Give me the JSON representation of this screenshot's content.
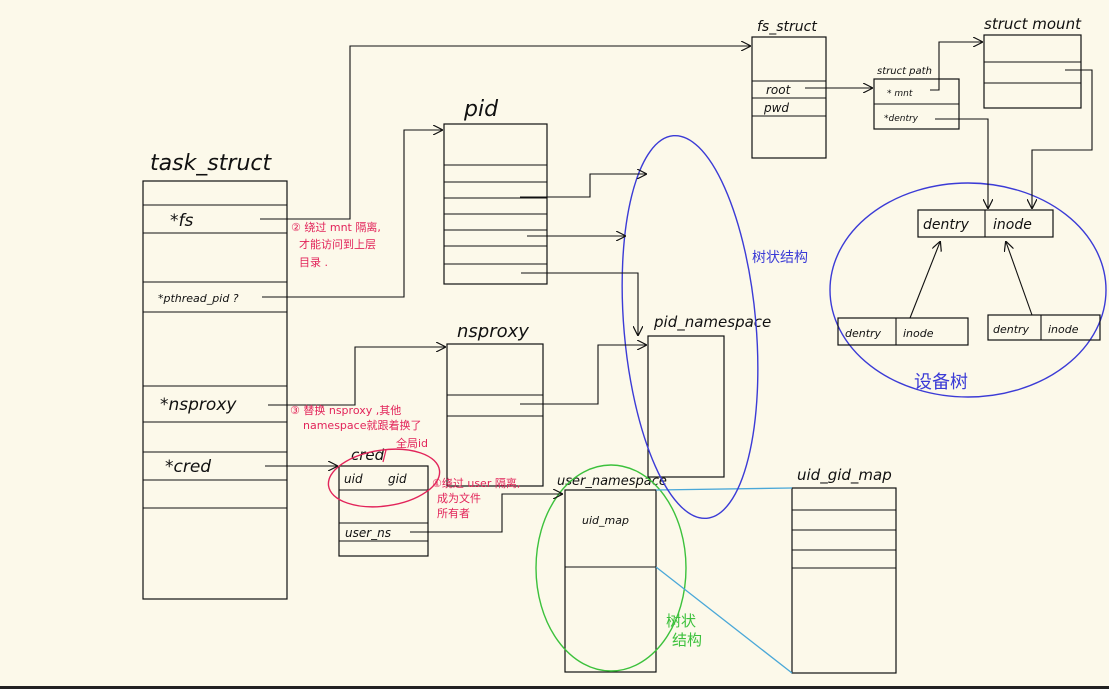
{
  "task_struct": {
    "title": "task_struct",
    "fs": "*fs",
    "pthread_pid": "*pthread_pid ?",
    "nsproxy": "*nsproxy",
    "cred": "*cred"
  },
  "fs_struct": {
    "title": "fs_struct",
    "root": "root",
    "pwd": "pwd"
  },
  "struct_path": {
    "title": "struct path",
    "mnt": "* mnt",
    "dentry": "*dentry"
  },
  "struct_mount": {
    "title": "struct mount"
  },
  "pid": {
    "title": "pid"
  },
  "nsproxy": {
    "title": "nsproxy"
  },
  "pid_namespace": {
    "title": "pid_namespace"
  },
  "cred": {
    "title": "cred",
    "uid": "uid",
    "gid": "gid",
    "user_ns": "user_ns",
    "global_id_note": "全局id"
  },
  "user_namespace": {
    "title": "user_namespace",
    "uid_map": "uid_map"
  },
  "uid_gid_map": {
    "title": "uid_gid_map"
  },
  "inode_block": {
    "dentry": "dentry",
    "inode": "inode"
  },
  "sub_left": {
    "dentry": "dentry",
    "inode": "inode"
  },
  "sub_right": {
    "dentry": "dentry",
    "inode": "inode"
  },
  "notes": {
    "note2_line1": "② 绕过 mnt 隔离,",
    "note2_line2": "才能访问到上层",
    "note2_line3": "目录 .",
    "note3_line1": "③ 替换 nsproxy ,其他",
    "note3_line2": "namespace就跟着换了",
    "note1_line1": "①绕过 user 隔离,",
    "note1_line2": "成为文件",
    "note1_line3": "所有者",
    "tree_blue": "树状结构",
    "device_tree": "设备树",
    "tree_green_1": "树状",
    "tree_green_2": "结构"
  },
  "colors": {
    "red": "#e2245a",
    "blue": "#3b3bd6",
    "green": "#3cc13c",
    "cyan": "#4aa8d8",
    "paper": "#fcf9ea"
  }
}
